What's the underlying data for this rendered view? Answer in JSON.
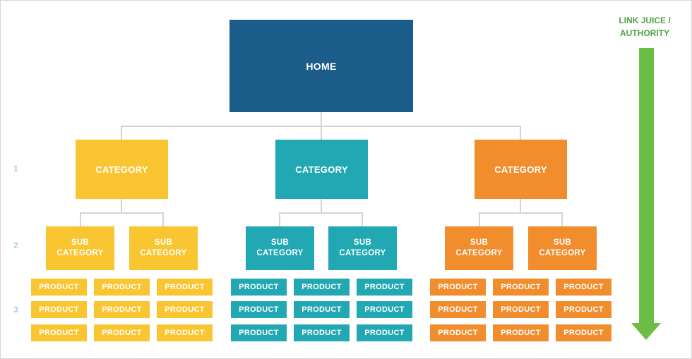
{
  "home": {
    "label": "HOME"
  },
  "categories": [
    {
      "label": "CATEGORY",
      "color": "#f9c531"
    },
    {
      "label": "CATEGORY",
      "color": "#22a8b2"
    },
    {
      "label": "CATEGORY",
      "color": "#f28d2e"
    }
  ],
  "subcategory": {
    "line1": "SUB",
    "line2": "CATEGORY"
  },
  "product": {
    "label": "PRODUCT"
  },
  "levels": [
    "1",
    "2",
    "3"
  ],
  "link_juice": {
    "line1": "LINK JUICE /",
    "line2": "AUTHORITY",
    "color": "#6bbd45"
  },
  "colors": {
    "home": "#1b5c8a",
    "yellow": "#f9c531",
    "teal": "#22a8b2",
    "orange": "#f28d2e",
    "connector": "#d4d4d4",
    "level_number": "#9fd7d5"
  }
}
